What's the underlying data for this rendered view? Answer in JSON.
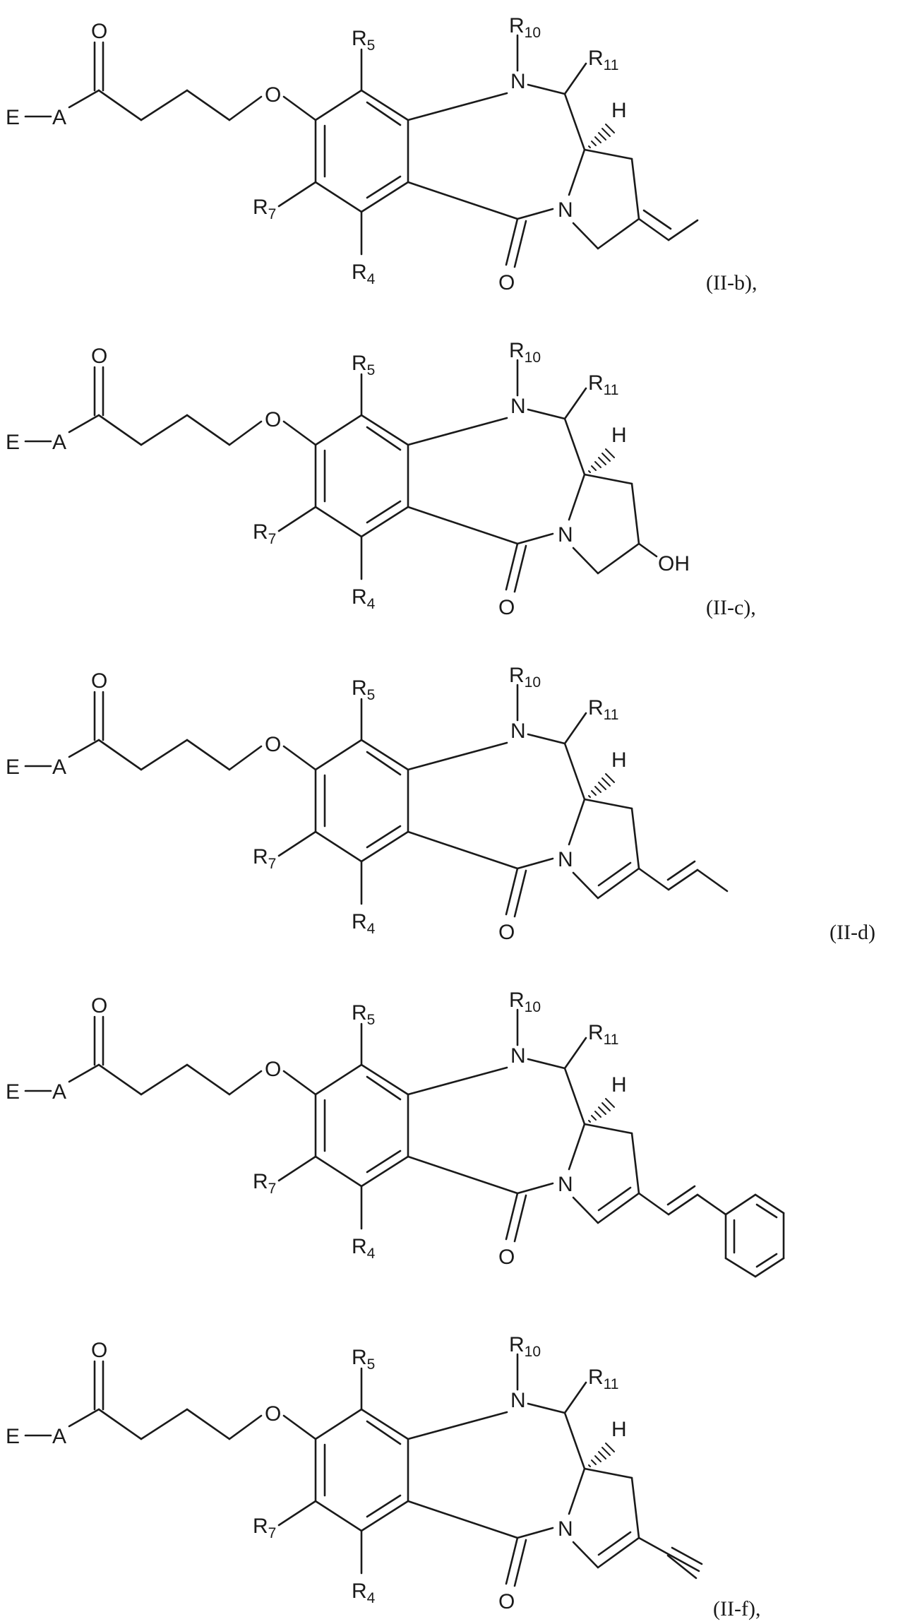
{
  "page": {
    "type": "patent chemical structure drawings",
    "background": "#ffffff",
    "ink": "#1a1a1a"
  },
  "core": {
    "left_group": "E",
    "linker": "A",
    "carbonyl_o": "O",
    "ether_o": "O",
    "amide_o": "O",
    "n10": "N",
    "n_pyrrolidine": "N",
    "stereo_h": "H",
    "r5": {
      "base": "R",
      "sub": "5"
    },
    "r7": {
      "base": "R",
      "sub": "7"
    },
    "r4": {
      "base": "R",
      "sub": "4"
    },
    "r10": {
      "base": "R",
      "sub": "10"
    },
    "r11": {
      "base": "R",
      "sub": "11"
    }
  },
  "structures": [
    {
      "label": "(II-b),",
      "c2_substituent": "ethylidene (exocyclic C=C)",
      "ring_unsaturation": "none",
      "text": ""
    },
    {
      "label": "(II-c),",
      "c2_substituent": "hydroxy",
      "ring_unsaturation": "none",
      "text": "OH"
    },
    {
      "label": "(II-d)",
      "c2_substituent": "(E)-prop-1-enyl",
      "ring_unsaturation": "C2=C3 endocyclic",
      "text": ""
    },
    {
      "label": "",
      "c2_substituent": "(E)-styryl (phenyl)",
      "ring_unsaturation": "C2=C3 endocyclic",
      "text": ""
    },
    {
      "label": "(II-f),",
      "c2_substituent": "ethynyl",
      "ring_unsaturation": "C2=C3 endocyclic",
      "text": ""
    }
  ]
}
